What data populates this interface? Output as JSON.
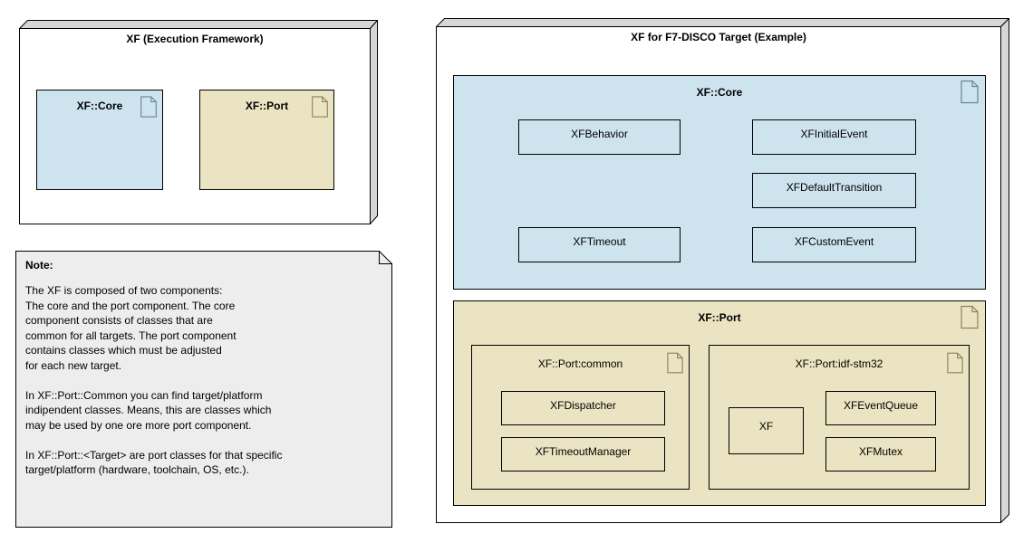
{
  "colors": {
    "core_fill": "#cde4ef",
    "port_fill": "#ebe4c2",
    "note_fill": "#ededed",
    "node_side_fill": "#d6d6d6",
    "node_front_fill": "#ffffff",
    "border": "#000000",
    "core_icon_stroke": "#6b8392",
    "port_icon_stroke": "#8a845c"
  },
  "left_node": {
    "title": "XF (Execution Framework)",
    "packages": [
      {
        "label": "XF::Core"
      },
      {
        "label": "XF::Port"
      }
    ]
  },
  "note": {
    "title": "Note:",
    "body": "The XF is composed of two components:\nThe core and the port component. The core\ncomponent consists of classes that are\ncommon for all targets. The port component\ncontains classes which must be adjusted\nfor each new target.\n\nIn XF::Port::Common you can find target/platform\nindipendent classes. Means, this are classes which\nmay be used by one ore more port component.\n\nIn XF::Port::<Target> are port classes for that specific\ntarget/platform (hardware, toolchain, OS, etc.)."
  },
  "right_node": {
    "title": "XF for F7-DISCO Target (Example)",
    "core": {
      "label": "XF::Core",
      "classes": [
        "XFBehavior",
        "XFInitialEvent",
        "XFDefaultTransition",
        "XFTimeout",
        "XFCustomEvent"
      ]
    },
    "port": {
      "label": "XF::Port",
      "subpackages": [
        {
          "label": "XF::Port:common",
          "classes": [
            "XFDispatcher",
            "XFTimeoutManager"
          ]
        },
        {
          "label": "XF::Port:idf-stm32",
          "classes": [
            "XF",
            "XFEventQueue",
            "XFMutex"
          ]
        }
      ]
    }
  }
}
